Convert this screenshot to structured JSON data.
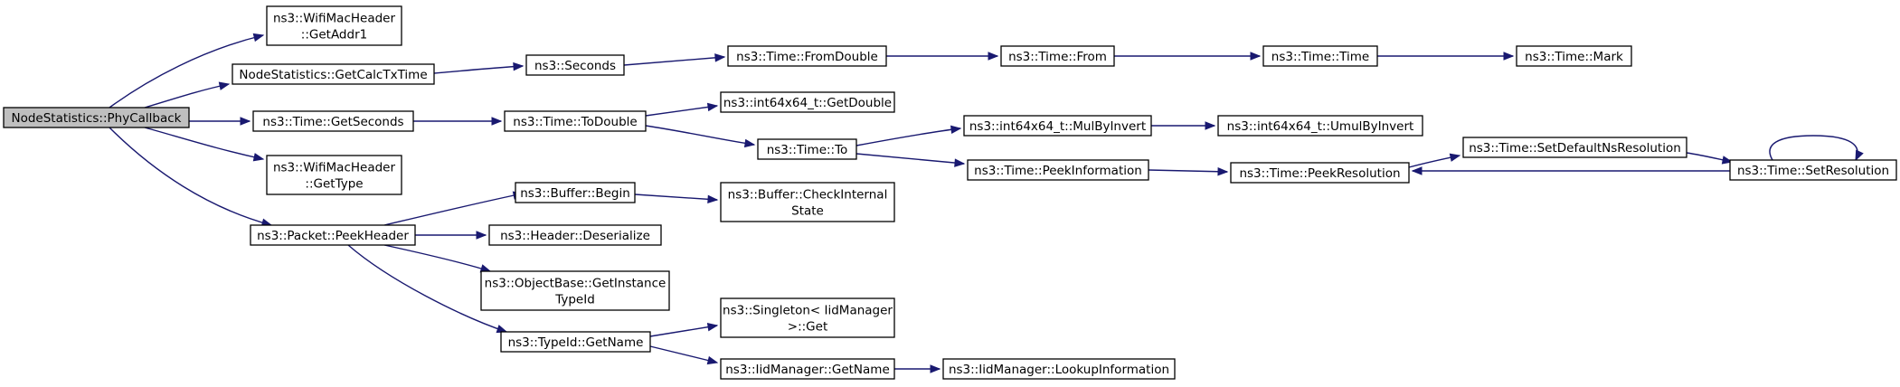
{
  "diagram": {
    "type": "call-graph",
    "edge_color": "#191970",
    "root_fill": "#bfbfbf",
    "nodes": [
      {
        "id": "n0",
        "lines": [
          "NodeStatistics::PhyCallback"
        ],
        "root": true
      },
      {
        "id": "n1",
        "lines": [
          "ns3::WifiMacHeader",
          "::GetAddr1"
        ]
      },
      {
        "id": "n2",
        "lines": [
          "NodeStatistics::GetCalcTxTime"
        ]
      },
      {
        "id": "n3",
        "lines": [
          "ns3::Time::GetSeconds"
        ]
      },
      {
        "id": "n4",
        "lines": [
          "ns3::WifiMacHeader",
          "::GetType"
        ]
      },
      {
        "id": "n5",
        "lines": [
          "ns3::Packet::PeekHeader"
        ]
      },
      {
        "id": "n6",
        "lines": [
          "ns3::Seconds"
        ]
      },
      {
        "id": "n7",
        "lines": [
          "ns3::Time::ToDouble"
        ]
      },
      {
        "id": "n8",
        "lines": [
          "ns3::Buffer::Begin"
        ]
      },
      {
        "id": "n9",
        "lines": [
          "ns3::Header::Deserialize"
        ]
      },
      {
        "id": "n10",
        "lines": [
          "ns3::ObjectBase::GetInstance",
          "TypeId"
        ]
      },
      {
        "id": "n11",
        "lines": [
          "ns3::TypeId::GetName"
        ]
      },
      {
        "id": "n12",
        "lines": [
          "ns3::Time::FromDouble"
        ]
      },
      {
        "id": "n13",
        "lines": [
          "ns3::int64x64_t::GetDouble"
        ]
      },
      {
        "id": "n14",
        "lines": [
          "ns3::Time::To"
        ]
      },
      {
        "id": "n15",
        "lines": [
          "ns3::Buffer::CheckInternal",
          "State"
        ]
      },
      {
        "id": "n16",
        "lines": [
          "ns3::Singleton< IidManager",
          " >::Get"
        ]
      },
      {
        "id": "n17",
        "lines": [
          "ns3::IidManager::GetName"
        ]
      },
      {
        "id": "n18",
        "lines": [
          "ns3::Time::From"
        ]
      },
      {
        "id": "n19",
        "lines": [
          "ns3::int64x64_t::MulByInvert"
        ]
      },
      {
        "id": "n20",
        "lines": [
          "ns3::Time::PeekInformation"
        ]
      },
      {
        "id": "n21",
        "lines": [
          "ns3::IidManager::LookupInformation"
        ]
      },
      {
        "id": "n22",
        "lines": [
          "ns3::Time::Time"
        ]
      },
      {
        "id": "n23",
        "lines": [
          "ns3::int64x64_t::UmulByInvert"
        ]
      },
      {
        "id": "n24",
        "lines": [
          "ns3::Time::PeekResolution"
        ]
      },
      {
        "id": "n25",
        "lines": [
          "ns3::Time::Mark"
        ]
      },
      {
        "id": "n26",
        "lines": [
          "ns3::Time::SetDefaultNsResolution"
        ]
      },
      {
        "id": "n27",
        "lines": [
          "ns3::Time::SetResolution"
        ]
      }
    ],
    "edges": [
      {
        "from": "n0",
        "to": "n1"
      },
      {
        "from": "n0",
        "to": "n2"
      },
      {
        "from": "n0",
        "to": "n3"
      },
      {
        "from": "n0",
        "to": "n4"
      },
      {
        "from": "n0",
        "to": "n5"
      },
      {
        "from": "n2",
        "to": "n6"
      },
      {
        "from": "n3",
        "to": "n7"
      },
      {
        "from": "n5",
        "to": "n8"
      },
      {
        "from": "n5",
        "to": "n9"
      },
      {
        "from": "n5",
        "to": "n10"
      },
      {
        "from": "n5",
        "to": "n11"
      },
      {
        "from": "n6",
        "to": "n12"
      },
      {
        "from": "n7",
        "to": "n13"
      },
      {
        "from": "n7",
        "to": "n14"
      },
      {
        "from": "n8",
        "to": "n15"
      },
      {
        "from": "n11",
        "to": "n16"
      },
      {
        "from": "n11",
        "to": "n17"
      },
      {
        "from": "n12",
        "to": "n18"
      },
      {
        "from": "n14",
        "to": "n19"
      },
      {
        "from": "n14",
        "to": "n20"
      },
      {
        "from": "n17",
        "to": "n21"
      },
      {
        "from": "n18",
        "to": "n22"
      },
      {
        "from": "n19",
        "to": "n23"
      },
      {
        "from": "n20",
        "to": "n24"
      },
      {
        "from": "n22",
        "to": "n25"
      },
      {
        "from": "n24",
        "to": "n26"
      },
      {
        "from": "n26",
        "to": "n27"
      },
      {
        "from": "n27",
        "to": "n24"
      },
      {
        "from": "n27",
        "to": "n27"
      }
    ]
  }
}
